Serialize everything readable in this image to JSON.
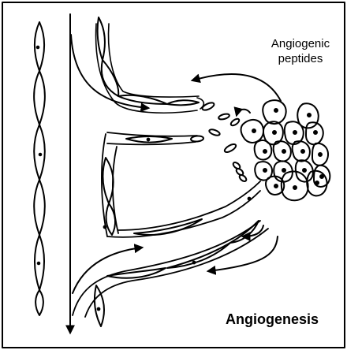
{
  "labels": {
    "peptides_line1": "Angiogenic",
    "peptides_line2": "peptides",
    "title": "Angiogenesis"
  },
  "colors": {
    "ink": "#000000",
    "background": "#ffffff"
  }
}
